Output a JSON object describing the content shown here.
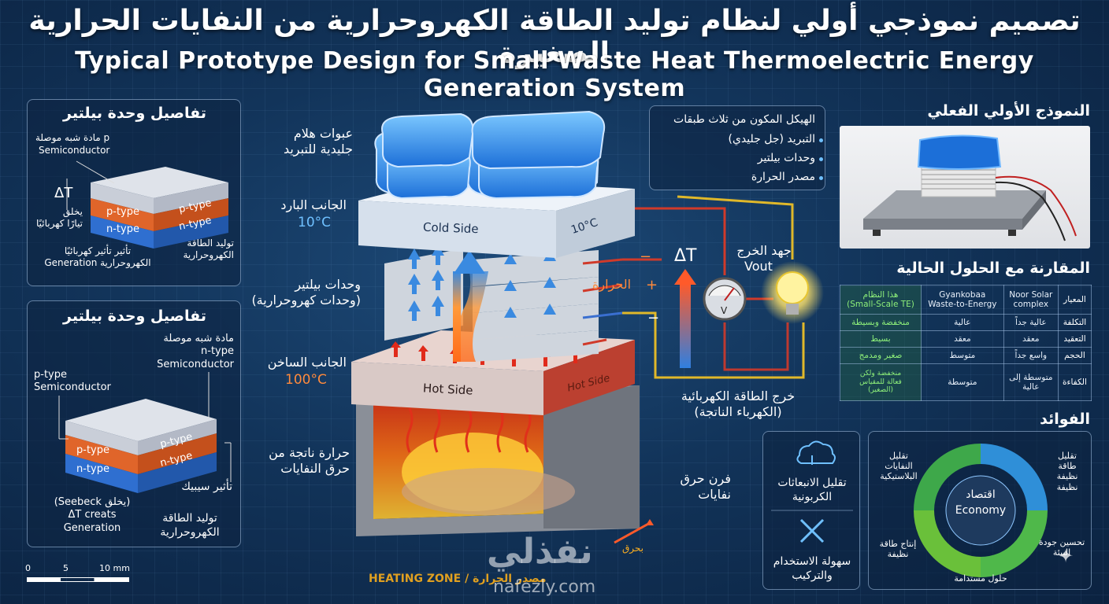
{
  "title_ar": "تصميم نموذجي أولي لنظام توليد الطاقة الكهروحرارية من النفايات الحرارية الصغيرة",
  "title_en": "Typical Prototype Design for Small Waste Heat Thermoelectric Energy Generation System",
  "peltier_top": {
    "title": "تفاصيل وحدة بيلتير",
    "p_semi_ar": "مادة شبه موصلة p",
    "p_semi_en": "Semiconductor",
    "delta_t": "ΔT",
    "creates": "يخلق\nتيارًا كهربائيًا",
    "effect": "تأثير تأثير كهربائيًا\nالكهروحرارية Generation",
    "gen": "توليد الطاقة\nالكهروحرارية",
    "p_type": "p-type",
    "n_type": "n-type"
  },
  "peltier_bottom": {
    "title": "تفاصيل وحدة بيلتير",
    "n_semi": "مادة شبه موصلة\nn-type\nSemiconductor",
    "p_semi": "p-type\nSemiconductor",
    "seebeck": "تأثير سيبيك",
    "seebeck_note": "(Seebeck يخلق)\nΔT creats\nGeneration",
    "gen": "توليد الطاقة\nالكهروحرارية",
    "p_type": "p-type",
    "n_type": "n-type"
  },
  "scale": {
    "zero": "0",
    "five": "5",
    "ten": "10 mm"
  },
  "center": {
    "gel_packs": "عبوات هلام\nجليدية للتبريد",
    "cold_side_ar": "الجانب البارد",
    "cold_temp": "10°C",
    "cold_side_en": "Cold Side",
    "cold_plate_temp": "10°C",
    "peltier_units": "وحدات بيلتير\n(وحدات كهروحرارية)",
    "hot_side_ar": "الجانب الساخن",
    "hot_temp": "100°C",
    "hot_side_en": "Hot Side",
    "hot_side_en2": "Hot Side",
    "waste_heat": "حرارة ناتجة من\nحرق النفايات",
    "furnace": "فرن حرق نفايات",
    "heating_zone": "HEATING ZONE / مصدر الحرارة",
    "fire_label": "بحرق",
    "heat_label": "الحرارة",
    "minus1": "−",
    "plus1": "+",
    "minus2": "−",
    "delta_t": "ΔT",
    "vout_ar": "جهد الخرج",
    "vout_en": "Vout",
    "meter_v": "V",
    "output_label": "خرج الطاقة الكهربائية\n(الكهرباء الناتجة)"
  },
  "layers": {
    "title": "الهيكل المكون من ثلاث طبقات",
    "items": [
      "التبريد (جل جليدي)",
      "وحدات بيلتير",
      "مصدر الحرارة"
    ]
  },
  "prototype": {
    "title": "النموذج الأولي الفعلي"
  },
  "comparison": {
    "title": "المقارنة مع الحلول الحالية",
    "headers": [
      "هذا النظام\n(Small-Scale TE)",
      "Gyankobaa\nWaste-to-Energy",
      "Noor Solar\ncomplex",
      "المعيار"
    ],
    "rows": [
      [
        "منخفضة وبسيطة",
        "عالية",
        "عالية جداً",
        "التكلفة"
      ],
      [
        "بسيط",
        "معقد",
        "معقد",
        "التعقيد"
      ],
      [
        "صغير ومدمج",
        "متوسط",
        "واسع جداً",
        "الحجم"
      ],
      [
        "منخفضة ولكن\nفعالة للمقياس\n(الصغير)",
        "متوسطة",
        "متوسطة إلى\nعالية",
        "الكفاءة"
      ]
    ]
  },
  "benefits": {
    "title": "الفوائد",
    "carbon": "تقليل الانبعاثات\nالكربونية",
    "ease": "سهولة الاستخدام\nوالتركيب",
    "center_ar": "اقتصاد",
    "center_en": "Economy",
    "plastic": "تقليل\nالنفايات\nالبلاستيكية",
    "clean": "تقليل\nطاقة\nنظيفة\nنظيفة",
    "env": "تحسين جودة\nالبيئة",
    "sustain": "حلول مستدامة",
    "produce": "إنتاج طاقة\nنظيفة"
  },
  "watermark": {
    "logo": "نفذلي",
    "url": "nafezly.com"
  },
  "colors": {
    "cold": "#6fc0ff",
    "hot": "#ff8a3c",
    "p_layer": "#e0652a",
    "n_layer": "#2f6fd0",
    "economy_green": "#4fb84a",
    "economy_blue": "#2f8fd8"
  }
}
